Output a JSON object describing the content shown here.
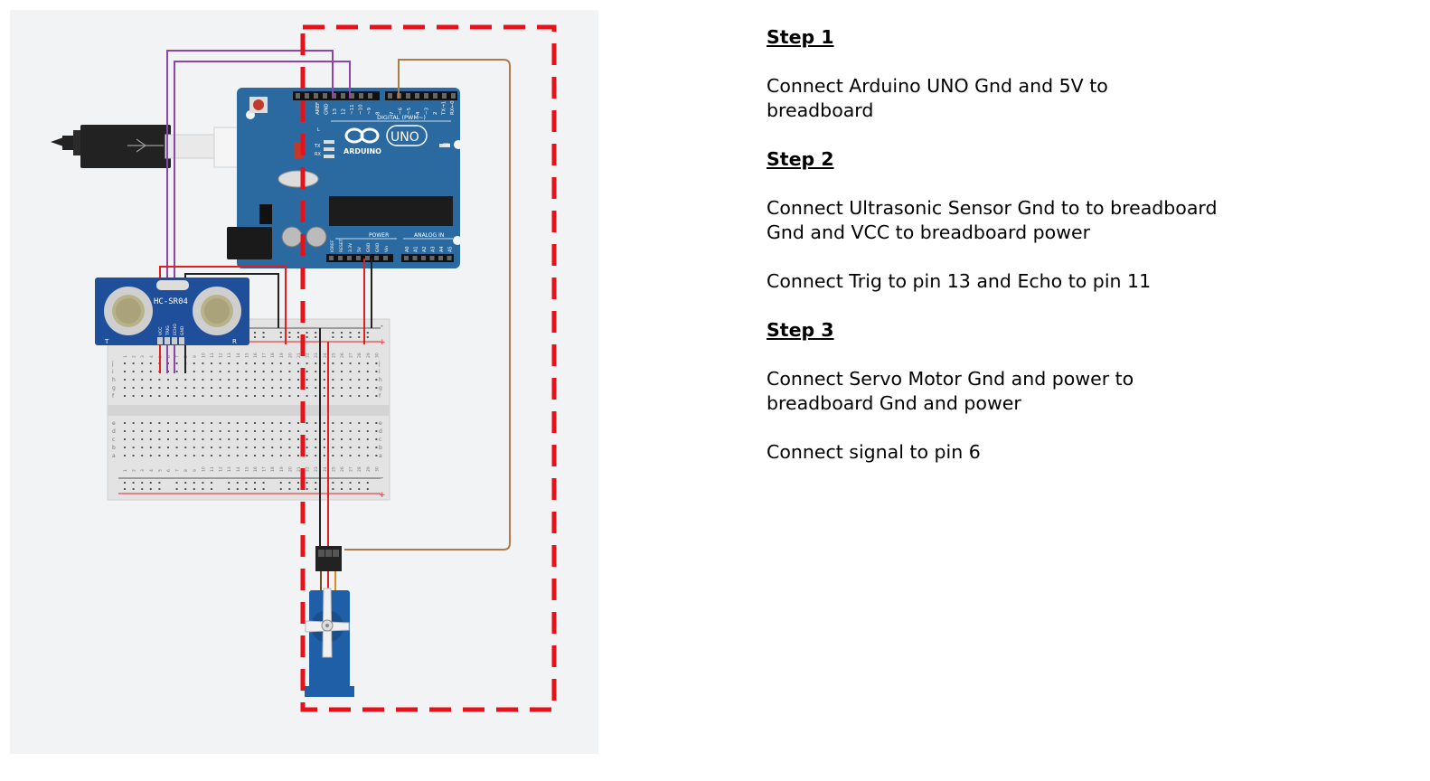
{
  "diagram": {
    "arduino": {
      "logo_text": "ARDUINO",
      "model_text": "UNO",
      "digital_header_label": "DIGITAL (PWM~)",
      "power_label": "POWER",
      "analog_label": "ANALOG IN",
      "led_labels": [
        "L",
        "TX",
        "RX"
      ],
      "on_label": "ON",
      "top_pin_labels": [
        "AREF",
        "GND",
        "13",
        "12",
        "~11",
        "~10",
        "~9",
        "8",
        "7",
        "~6",
        "~5",
        "4",
        "~3",
        "2",
        "TX→1",
        "RX←0"
      ],
      "power_pin_labels": [
        "IOREF",
        "RESET",
        "3.3V",
        "5V",
        "GND",
        "GND",
        "Vin"
      ],
      "analog_pin_labels": [
        "A0",
        "A1",
        "A2",
        "A3",
        "A4",
        "A5"
      ]
    },
    "sensor": {
      "label": "HC-SR04",
      "pin_labels": [
        "VCC",
        "TRIG",
        "ECHO",
        "GND"
      ],
      "corner_left": "T",
      "corner_right": "R"
    },
    "breadboard": {
      "row_letters_top": [
        "j",
        "i",
        "h",
        "g",
        "f"
      ],
      "row_letters_bottom": [
        "e",
        "d",
        "c",
        "b",
        "a"
      ],
      "rail_minus": "-",
      "rail_plus": "+",
      "column_numbers": [
        "1",
        "2",
        "3",
        "4",
        "5",
        "6",
        "7",
        "8",
        "9",
        "10",
        "11",
        "12",
        "13",
        "14",
        "15",
        "16",
        "17",
        "18",
        "19",
        "20",
        "21",
        "22",
        "23",
        "24",
        "25",
        "26",
        "27",
        "28",
        "29",
        "30"
      ]
    },
    "colors": {
      "board_blue": "#2a6aa0",
      "wire_purple": "#8e44ad",
      "wire_red": "#e02020",
      "wire_black": "#222222",
      "wire_brown": "#b07a4a",
      "dashed_box": "#e8111a"
    }
  },
  "steps": [
    {
      "heading": "Step 1",
      "paragraphs": [
        "Connect Arduino UNO Gnd and 5V to breadboard"
      ]
    },
    {
      "heading": "Step 2",
      "paragraphs": [
        "Connect Ultrasonic Sensor Gnd to to breadboard Gnd and VCC to breadboard power",
        "Connect Trig to pin 13 and Echo to pin 11"
      ]
    },
    {
      "heading": "Step 3",
      "paragraphs": [
        "Connect Servo Motor Gnd and power to breadboard Gnd and power",
        "Connect signal to pin 6"
      ]
    }
  ]
}
